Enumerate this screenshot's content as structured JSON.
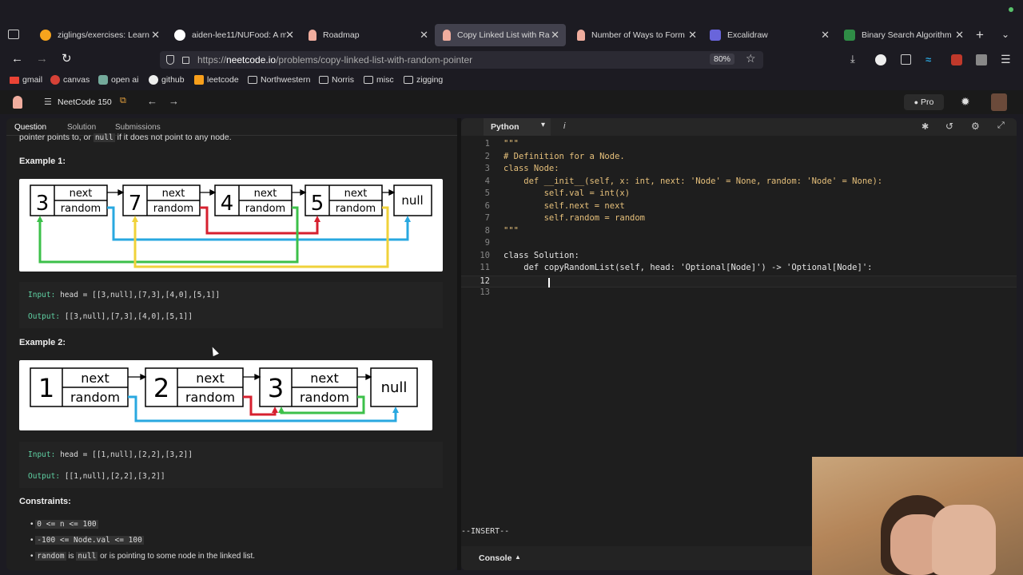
{
  "browser": {
    "tabs": [
      {
        "label": "ziglings/exercises: Learn",
        "icon": "zig-icon"
      },
      {
        "label": "aiden-lee11/NUFood: A m",
        "icon": "github-icon"
      },
      {
        "label": "Roadmap",
        "icon": "rocket-icon"
      },
      {
        "label": "Copy Linked List with Ra",
        "icon": "rocket-icon"
      },
      {
        "label": "Number of Ways to Form",
        "icon": "rocket-icon"
      },
      {
        "label": "Excalidraw",
        "icon": "excalidraw-icon"
      },
      {
        "label": "Binary Search Algorithm",
        "icon": "site-icon"
      }
    ],
    "url_prefix": "https://",
    "url_host": "neetcode.io",
    "url_path": "/problems/copy-linked-list-with-random-pointer",
    "zoom": "80%",
    "bookmarks": [
      "gmail",
      "canvas",
      "open ai",
      "github",
      "leetcode",
      "Northwestern",
      "Norris",
      "misc",
      "zigging"
    ]
  },
  "app": {
    "list_name": "NeetCode 150",
    "pro_label": "Pro",
    "left_tabs": [
      "Question",
      "Solution",
      "Submissions"
    ],
    "cut_text_1": "pointer points to, or",
    "cut_text_code": "null",
    "cut_text_2": "if it does not point to any node.",
    "example1_title": "Example 1:",
    "example1_input_label": "Input:",
    "example1_input": "head = [[3,null],[7,3],[4,0],[5,1]]",
    "example1_output_label": "Output:",
    "example1_output": "[[3,null],[7,3],[4,0],[5,1]]",
    "example2_title": "Example 2:",
    "example2_input_label": "Input:",
    "example2_input": "head = [[1,null],[2,2],[3,2]]",
    "example2_output_label": "Output:",
    "example2_output": "[[1,null],[2,2],[3,2]]",
    "constraints_title": "Constraints:",
    "constraints": [
      "0 <= n <= 100",
      "-100 <= Node.val <= 100"
    ],
    "constraint3_code1": "random",
    "constraint3_mid": "is",
    "constraint3_code2": "null",
    "constraint3_rest": "or is pointing to some node in the linked list.",
    "diagram1": {
      "nodes": [
        "3",
        "7",
        "4",
        "5"
      ],
      "next": "next",
      "random": "random",
      "null": "null"
    },
    "diagram2": {
      "nodes": [
        "1",
        "2",
        "3"
      ],
      "next": "next",
      "random": "random",
      "null": "null"
    }
  },
  "editor": {
    "language": "Python",
    "mode": "--INSERT--",
    "console": "Console",
    "lines": [
      {
        "n": "1",
        "code": "\"\"\""
      },
      {
        "n": "2",
        "code": "# Definition for a Node."
      },
      {
        "n": "3",
        "code": "class Node:"
      },
      {
        "n": "4",
        "code": "    def __init__(self, x: int, next: 'Node' = None, random: 'Node' = None):"
      },
      {
        "n": "5",
        "code": "        self.val = int(x)"
      },
      {
        "n": "6",
        "code": "        self.next = next"
      },
      {
        "n": "7",
        "code": "        self.random = random"
      },
      {
        "n": "8",
        "code": "\"\"\""
      },
      {
        "n": "9",
        "code": ""
      },
      {
        "n": "10",
        "code": "class Solution:"
      },
      {
        "n": "11",
        "code": "    def copyRandomList(self, head: 'Optional[Node]') -> 'Optional[Node]':"
      },
      {
        "n": "12",
        "code": "        "
      },
      {
        "n": "13",
        "code": ""
      }
    ]
  }
}
